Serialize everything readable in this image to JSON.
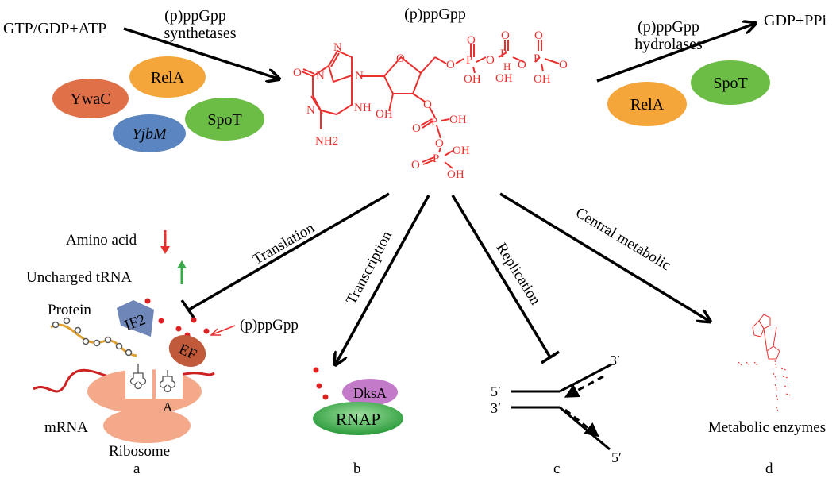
{
  "top": {
    "substrate": "GTP/GDP+ATP",
    "synthetases_l1": "(p)ppGpp",
    "synthetases_l2": "synthetases",
    "center_title": "(p)ppGpp",
    "hydrolases_l1": "(p)ppGpp",
    "hydrolases_l2": "hydrolases",
    "product": "GDP+PPi"
  },
  "enzymes_left": [
    {
      "label": "RelA",
      "color": "#f4a63b"
    },
    {
      "label": "YwaC",
      "color": "#e07048"
    },
    {
      "label": "SpoT",
      "color": "#6cbd45"
    },
    {
      "label": "YjbM",
      "color": "#5a85c0"
    }
  ],
  "enzymes_right": [
    {
      "label": "RelA",
      "color": "#f4a63b"
    },
    {
      "label": "SpoT",
      "color": "#6cbd45"
    }
  ],
  "molecule": {
    "atoms": [
      "N",
      "N",
      "N",
      "NH",
      "O",
      "NH2",
      "N",
      "O",
      "OH",
      "O",
      "O",
      "O",
      "P",
      "O",
      "OH",
      "P",
      "O",
      "OH",
      "H",
      "P",
      "O",
      "OH",
      "O",
      "O",
      "P",
      "OH",
      "O",
      "O",
      "O",
      "P",
      "OH",
      "OH"
    ]
  },
  "branches": {
    "translation": "Translation",
    "transcription": "Transcription",
    "replication": "Replication",
    "central": "Central metabolic"
  },
  "panel_a": {
    "amino_acid": "Amino acid",
    "uncharged": "Uncharged tRNA",
    "protein": "Protein",
    "if2": "IF2",
    "ppgpp": "(p)ppGpp",
    "ef": "EF",
    "site_a": "A",
    "mrna": "mRNA",
    "ribosome": "Ribosome",
    "letter": "a",
    "colors": {
      "down_arrow": "#e8312f",
      "up_arrow": "#3aa84a",
      "ribosome": "#f3a98a",
      "mrna": "#cc2222",
      "ef": "#c05a3a",
      "if2": "#6e86b8"
    }
  },
  "panel_b": {
    "dksa": "DksA",
    "rnap": "RNAP",
    "letter": "b",
    "colors": {
      "dksa": "#c27ac9",
      "rnap": "#3ca64a"
    }
  },
  "panel_c": {
    "top_left": "5′",
    "bottom_left": "3′",
    "top_right": "3′",
    "bottom_right": "5′",
    "letter": "c"
  },
  "panel_d": {
    "caption": "Metabolic enzymes",
    "letter": "d"
  }
}
